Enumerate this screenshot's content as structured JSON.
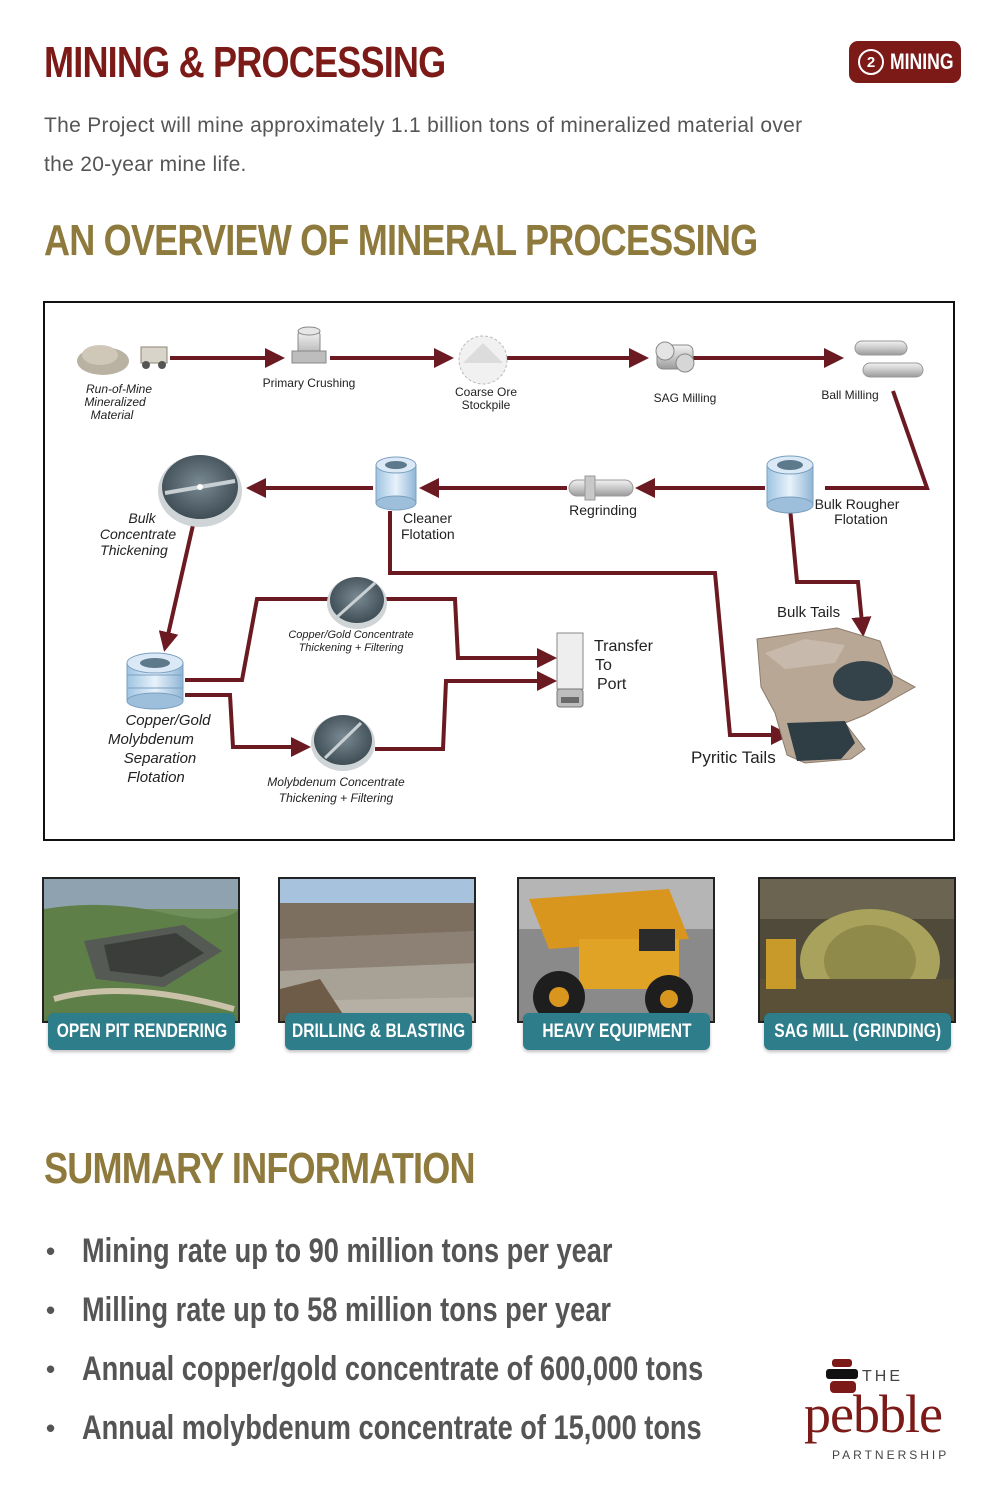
{
  "header": {
    "title": "MINING & PROCESSING",
    "badge_number": "2",
    "badge_label": "MINING"
  },
  "intro": "The Project will mine approximately 1.1 billion tons of mineralized material over the 20-year mine life.",
  "overview_title": "AN OVERVIEW OF MINERAL PROCESSING",
  "diagram": {
    "run_of_mine": [
      "Run-of-Mine",
      "Mineralized",
      "Material"
    ],
    "primary_crushing": "Primary Crushing",
    "coarse_ore": [
      "Coarse Ore",
      "Stockpile"
    ],
    "sag_milling": "SAG Milling",
    "ball_milling": "Ball Milling",
    "bulk_rougher": [
      "Bulk Rougher",
      "Flotation"
    ],
    "regrinding": "Regrinding",
    "cleaner": [
      "Cleaner",
      "Flotation"
    ],
    "bulk_thickening": [
      "Bulk",
      "Concentrate",
      "Thickening"
    ],
    "separation": [
      "Copper/Gold",
      "Molybdenum",
      "Separation",
      "Flotation"
    ],
    "cu_au_thickening": [
      "Copper/Gold Concentrate",
      "Thickening + Filtering"
    ],
    "moly_thickening": [
      "Molybdenum Concentrate",
      "Thickening + Filtering"
    ],
    "transfer": [
      "Transfer",
      "To",
      "Port"
    ],
    "bulk_tails": "Bulk Tails",
    "pyritic_tails": "Pyritic Tails"
  },
  "photos": [
    {
      "label": "OPEN PIT RENDERING"
    },
    {
      "label": "DRILLING & BLASTING"
    },
    {
      "label": "HEAVY EQUIPMENT"
    },
    {
      "label": "SAG MILL (GRINDING)"
    }
  ],
  "summary_title": "SUMMARY INFORMATION",
  "summary_items": [
    "Mining rate up to 90 million tons per year",
    "Milling rate up to 58 million tons per year",
    "Annual copper/gold concentrate of 600,000 tons",
    "Annual molybdenum concentrate of 15,000 tons"
  ],
  "logo": {
    "the": "THE",
    "word": "pebble",
    "sub": "PARTNERSHIP"
  },
  "colors": {
    "maroon": "#7b1a17",
    "gold": "#8e7a3c",
    "teal": "#2d7d8a",
    "flow": "#6b1a22"
  }
}
